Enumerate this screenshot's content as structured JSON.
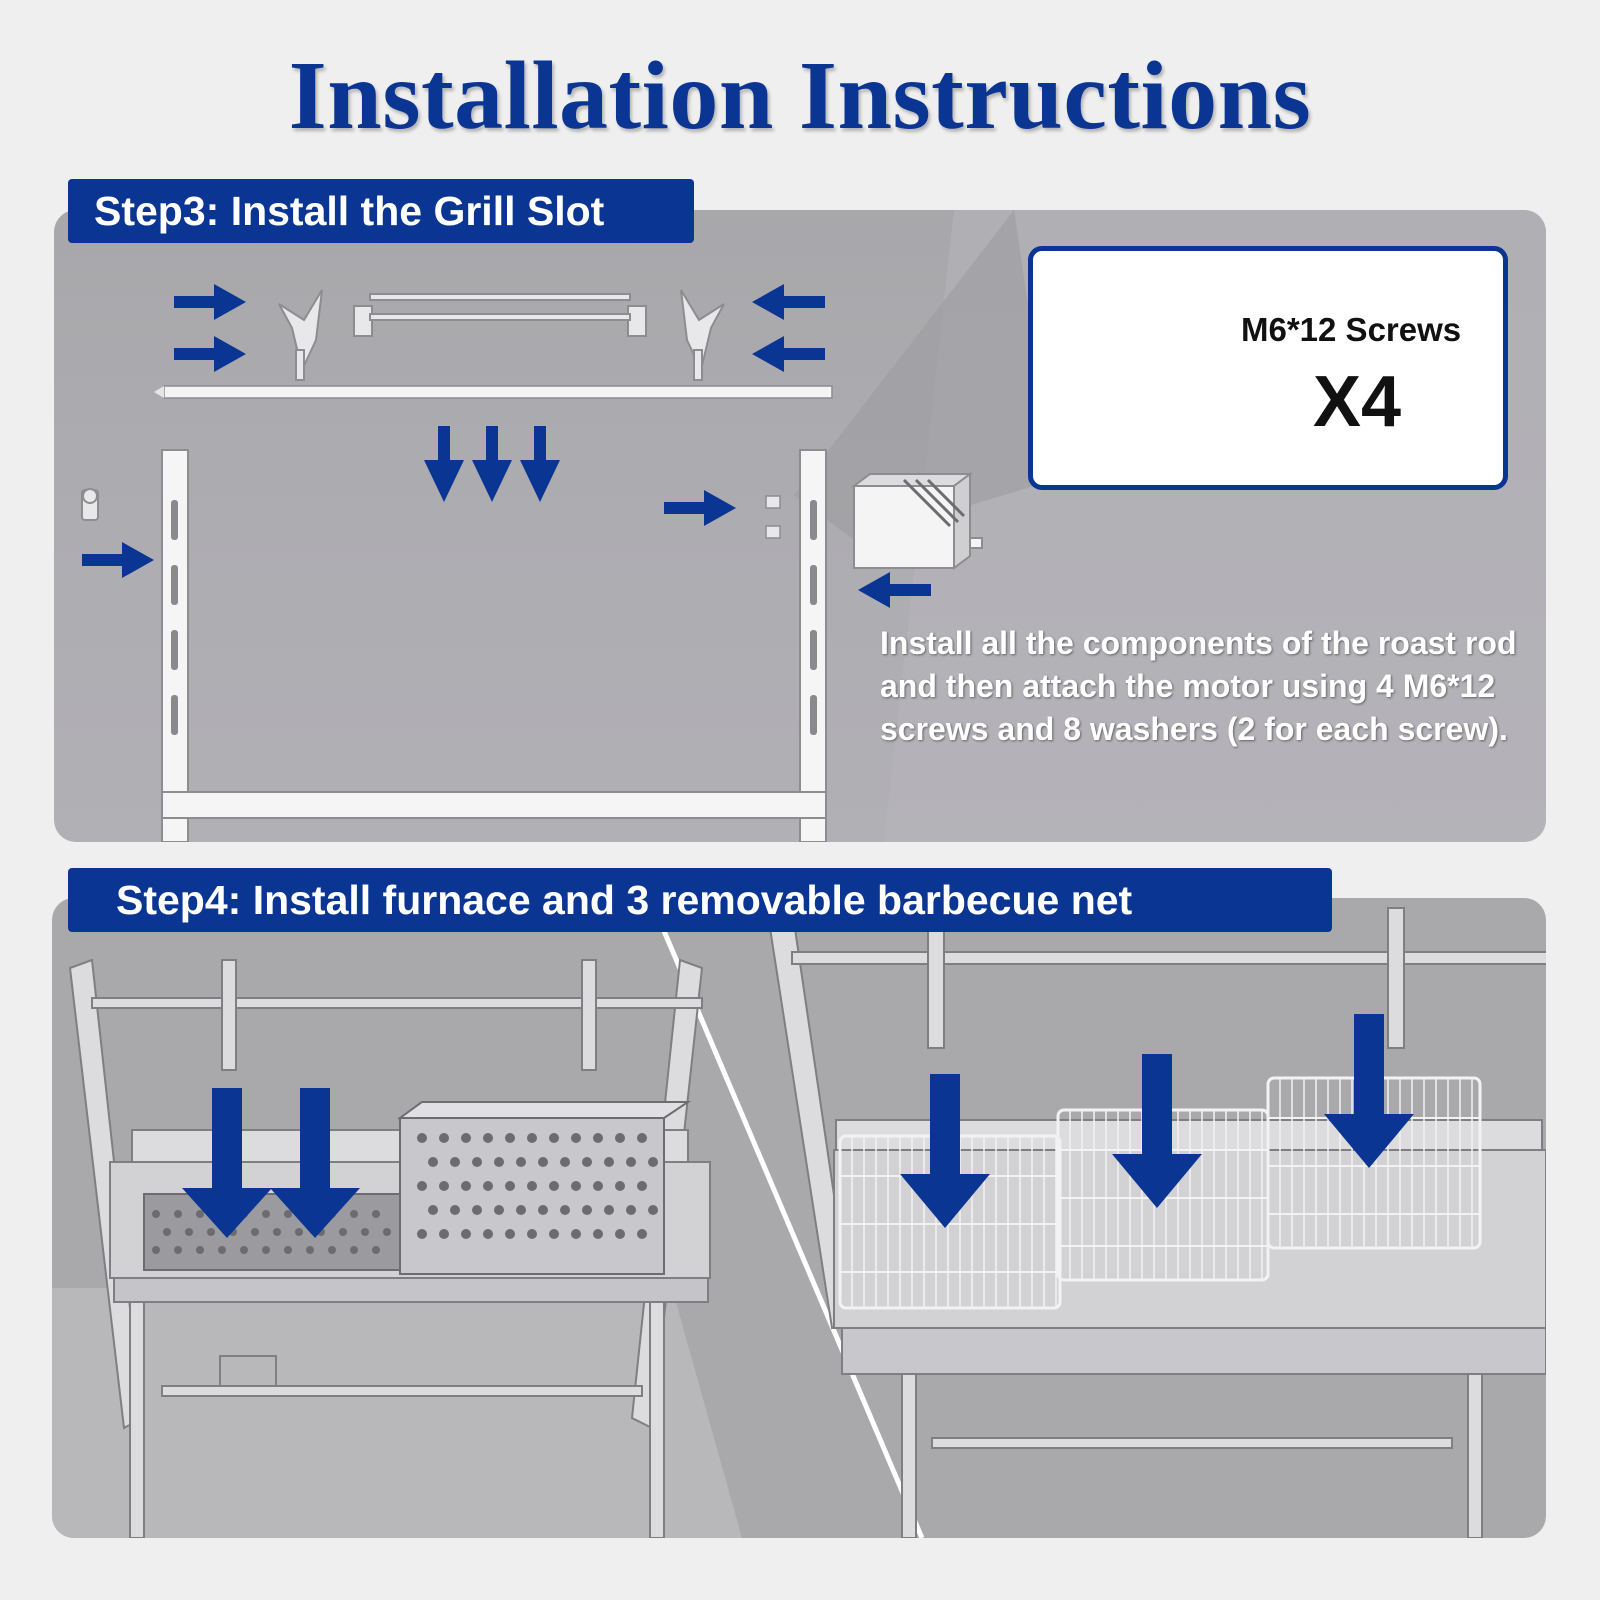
{
  "title": "Installation Instructions",
  "step3": {
    "label": "Step3: Install the Grill Slot",
    "callout": {
      "item": "M6*12 Screws",
      "quantity": "X4"
    },
    "description": "Install all the components of the roast rod and then attach the motor using 4 M6*12 screws and 8 washers (2 for each screw)."
  },
  "step4": {
    "label": "Step4: Install furnace and 3 removable barbecue net"
  },
  "colors": {
    "brand_blue": "#0b3592",
    "panel_gray": "#aaaaad",
    "steel": "#d9d9dc"
  }
}
